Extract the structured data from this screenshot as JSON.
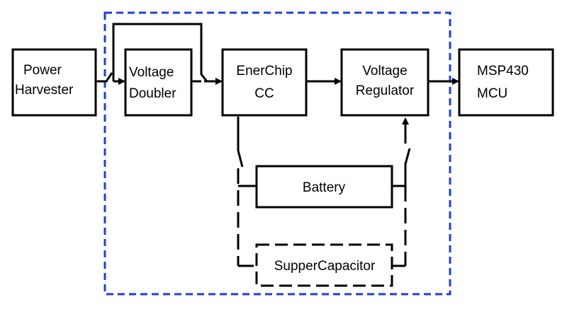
{
  "blocks": {
    "power_harvester": {
      "line1": "Power",
      "line2": "Harvester"
    },
    "voltage_doubler": {
      "line1": "Voltage",
      "line2": "Doubler"
    },
    "enerchip": {
      "line1": "EnerChip",
      "line2": "CC"
    },
    "voltage_regulator": {
      "line1": "Voltage",
      "line2": "Regulator"
    },
    "mcu": {
      "line1": "MSP430",
      "line2": "MCU"
    },
    "battery": {
      "label": "Battery"
    },
    "supercapacitor": {
      "label": "SupperCapacitor"
    }
  },
  "colors": {
    "boundary": "#1f3fd6",
    "line": "#000000",
    "background": "#ffffff"
  }
}
